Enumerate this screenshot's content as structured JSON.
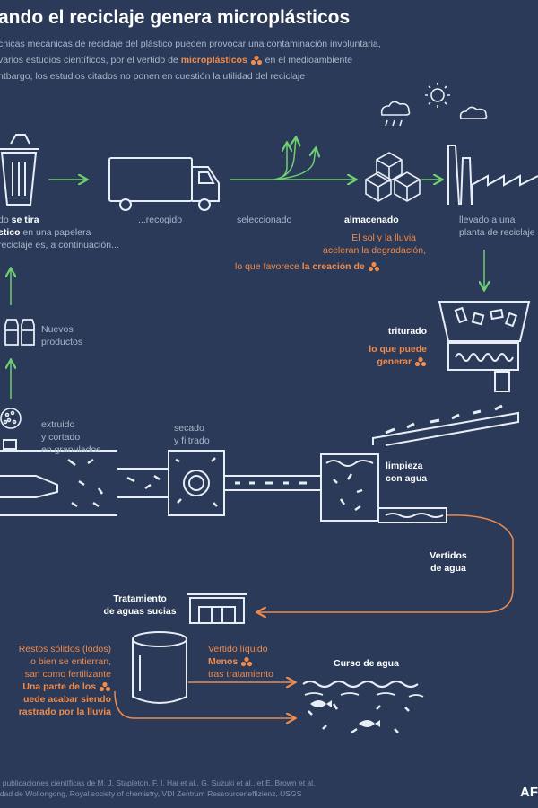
{
  "title": "ando el reciclaje genera microplásticos",
  "intro": {
    "line1": "cnicas mecánicas de reciclaje del plástico pueden provocar una contaminación involuntaria,",
    "line2_pre": " varios estudios científicos, por el vertido de ",
    "line2_hl": "microplásticos",
    "line2_post": " en el medioambiente",
    "line3": "ntbargo, los estudios citados no ponen en cuestión la utilidad del reciclaje"
  },
  "steps": {
    "bin_line1_pre": "do ",
    "bin_line1_bold": "se tira",
    "bin_line2_bold": "stico",
    "bin_line2_post": " en una papelera",
    "bin_line3": "reciclaje es, a continuación...",
    "collected": "...recogido",
    "selected": "seleccionado",
    "stored": "almacenado",
    "taken_line1": "llevado a una",
    "taken_line2": "planta de reciclaje",
    "sun_line1": "El sol y la lluvia",
    "sun_line2": "aceleran la degradación,",
    "sun_line3_pre": "lo que favorece ",
    "sun_line3_hl": "la creación de",
    "new_products_line1": "Nuevos",
    "new_products_line2": "productos",
    "crushed": "triturado",
    "crushed_o1": "lo que puede",
    "crushed_o2": "generar",
    "extruded_line1": "extruido",
    "extruded_line2": "y cortado",
    "extruded_line3": "en granulados",
    "dried_line1": "secado",
    "dried_line2": "y filtrado",
    "cleaning_line1": "limpieza",
    "cleaning_line2": "con agua",
    "water_discharge_line1": "Vertidos",
    "water_discharge_line2": "de agua",
    "wastewater_line1": "Tratamiento",
    "wastewater_line2": "de aguas sucias",
    "solids_line1": "Restos sólidos (lodos)",
    "solids_line2": "o bien se entierran,",
    "solids_line3": "san como fertilizante",
    "solids_line4": "Una parte de los",
    "solids_line5": "uede acabar siendo",
    "solids_line6": "rastrado por la lluvia",
    "liquid_line1": "Vertido líquido",
    "liquid_line2": "Menos",
    "liquid_line3": "tras tratamiento",
    "river": "Curso de agua"
  },
  "footer": {
    "line1": ": publicaciones científicas de M. J. Stapleton, F. I. Hai et al., G. Suzuki et al., et E. Brown et al.",
    "line2": "idad de Wollongong, Royal society of chemistry, VDI Zentrum Ressourceneffizienz, USGS",
    "logo": "AF"
  },
  "colors": {
    "background": "#2a3a58",
    "accent": "#f08a4b",
    "arrow_green": "#6fcf72",
    "muted_text": "#aab6cb",
    "line": "#e8edf5"
  }
}
